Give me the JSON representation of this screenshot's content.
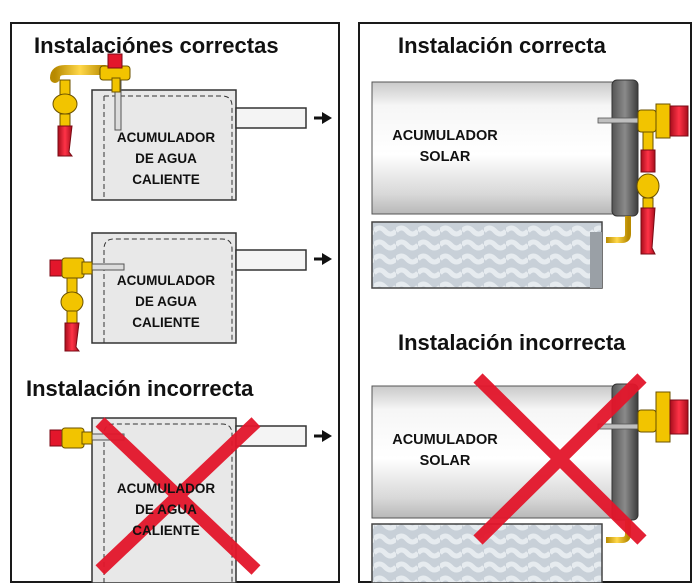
{
  "left_panel": {
    "title_correct": "Instalaciónes correctas",
    "title_incorrect": "Instalación incorrecta",
    "tank_label_1": "ACUMULADOR",
    "tank_label_2": "DE AGUA",
    "tank_label_3": "CALIENTE"
  },
  "right_panel": {
    "title_correct": "Instalación correcta",
    "title_incorrect": "Instalación incorrecta",
    "tank_label_1": "ACUMULADOR",
    "tank_label_2": "SOLAR"
  },
  "colors": {
    "pipe_red": "#e3162b",
    "valve_yellow": "#f2c400",
    "cross_red": "#e3162b",
    "tank_fill": "#e8e8e8",
    "panel_border": "#1a1a1a"
  }
}
